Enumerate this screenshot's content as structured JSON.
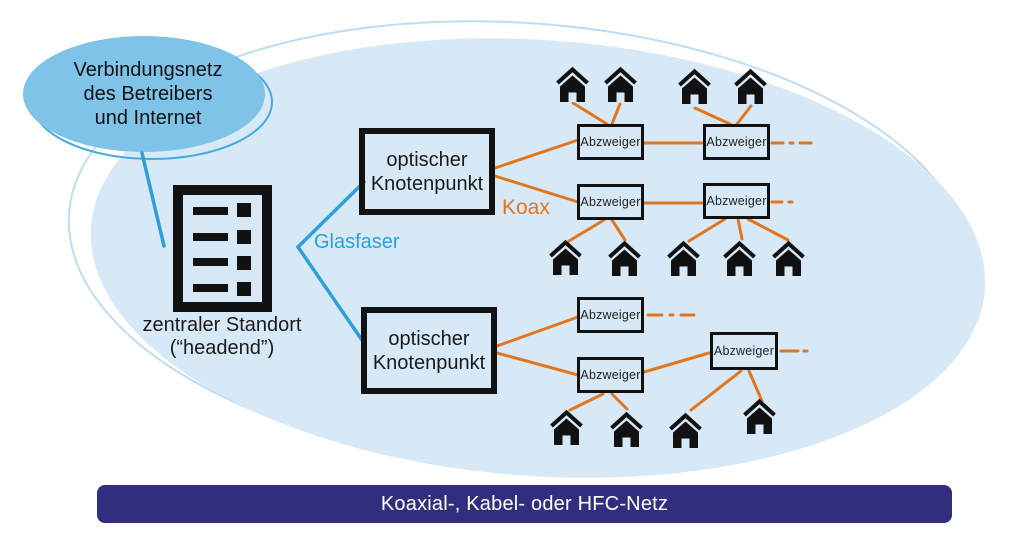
{
  "diagram": {
    "cloud": {
      "lines": [
        "Verbindungsnetz",
        "des Betreibers",
        "und Internet"
      ]
    },
    "headend": {
      "icon": "headend-building-icon",
      "label_lines": [
        "zentraler Standort",
        "(“headend”)"
      ]
    },
    "links": {
      "fiber_label": "Glasfaser",
      "coax_label": "Koax"
    },
    "nodes": {
      "optical_node_label": "optischer Knotenpunkt",
      "optical_node_count": 2
    },
    "taps": {
      "label": "Abzweiger",
      "count": 7
    },
    "houses": {
      "icon": "house-icon",
      "count": 13
    },
    "banner": "Koaxial-, Kabel- oder HFC-Netz",
    "colors": {
      "area_fill": "#d7e9f7",
      "cloud_fill": "#7fc4e8",
      "fiber_blue": "#2e9fd9",
      "coax_orange": "#e2761e",
      "banner_navy": "#322e7f",
      "line_black": "#111111"
    }
  }
}
